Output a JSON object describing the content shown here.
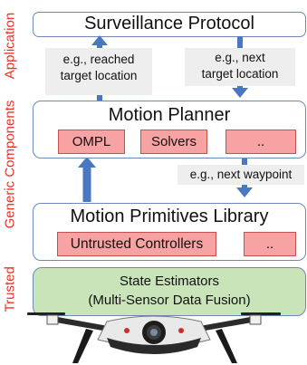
{
  "layers": {
    "application": "Application",
    "generic": "Generic Components",
    "trusted": "Trusted"
  },
  "surveillance": {
    "title": "Surveillance Protocol"
  },
  "annotations": {
    "reached_target": [
      "e.g., reached",
      "target location"
    ],
    "next_target": [
      "e.g., next",
      "target location"
    ],
    "next_waypoint": "e.g., next waypoint"
  },
  "motion_planner": {
    "title": "Motion Planner",
    "components": [
      "OMPL",
      "Solvers",
      ".."
    ]
  },
  "primitives": {
    "title": "Motion Primitives Library",
    "components": [
      "Untrusted Controllers",
      ".."
    ]
  },
  "state_estimators": {
    "line1": "State Estimators",
    "line2": "(Multi-Sensor Data Fusion)"
  },
  "colors": {
    "layer_label": "#e8322a",
    "arrow": "#4a77c2",
    "component_fill": "#f7a3a3",
    "trusted_fill": "#c9e4b9"
  }
}
